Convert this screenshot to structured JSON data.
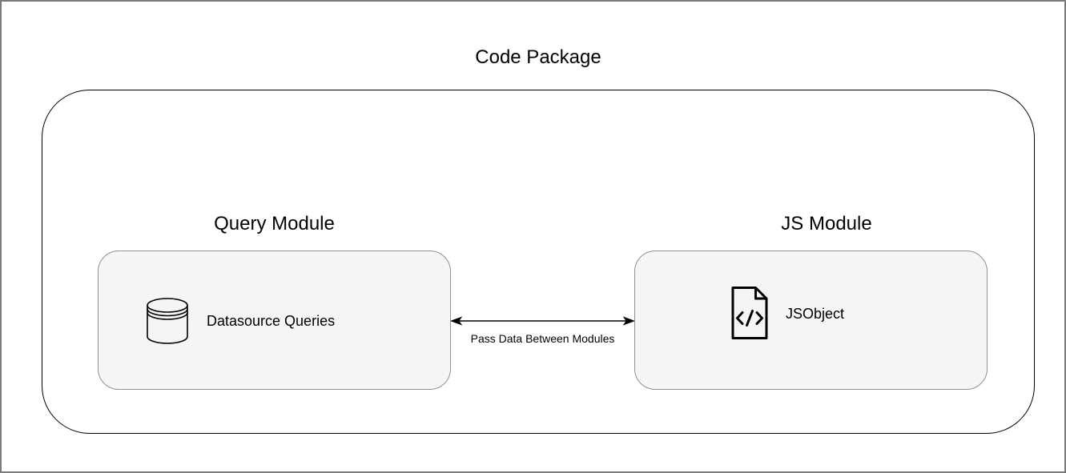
{
  "diagram": {
    "title": "Code Package",
    "modules": [
      {
        "label": "Query Module",
        "item": "Datasource Queries",
        "icon": "database-icon"
      },
      {
        "label": "JS Module",
        "item": "JSObject",
        "icon": "code-file-icon"
      }
    ],
    "connector": {
      "label": "Pass Data Between Modules",
      "type": "bidirectional-arrow"
    }
  },
  "colors": {
    "background": "#ffffff",
    "frame_border": "#7a7a7a",
    "container_border": "#000000",
    "module_fill": "#f5f5f5",
    "module_border": "#919191",
    "text": "#000000",
    "arrow": "#000000"
  }
}
